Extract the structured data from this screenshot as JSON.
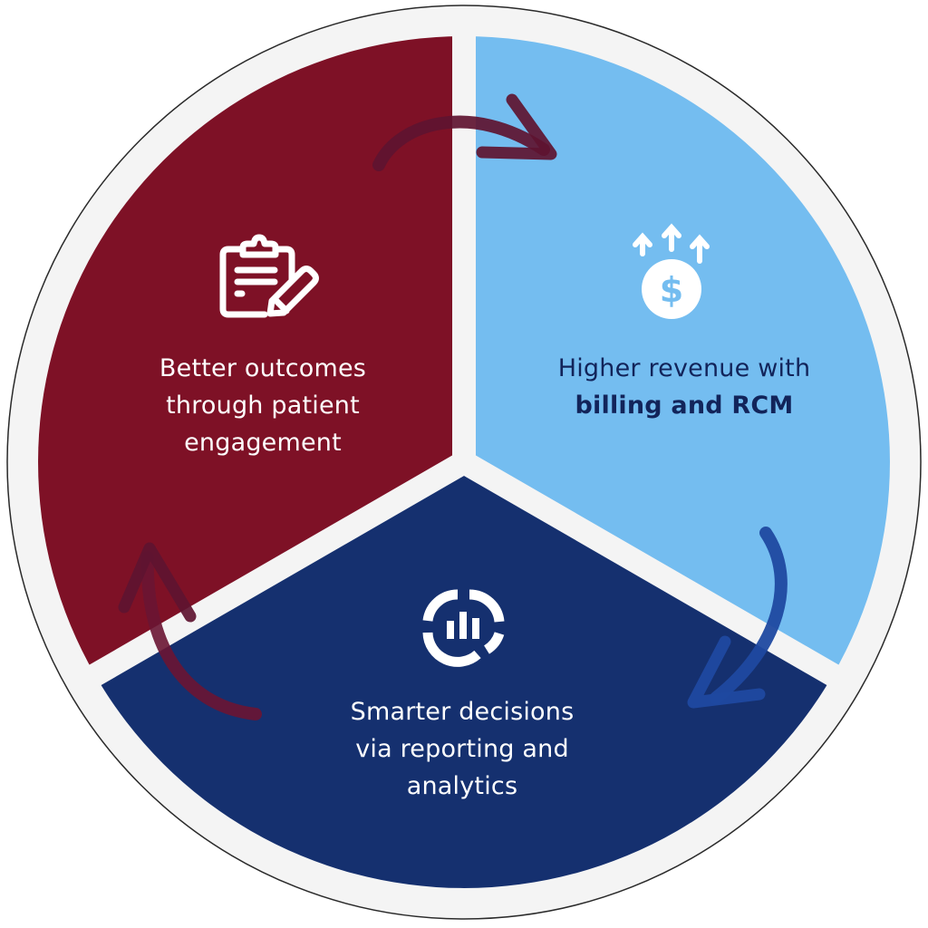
{
  "diagram": {
    "title": "",
    "colors": {
      "background": "#ffffff",
      "ring": "#f4f4f4",
      "ring_outline": "#2a2a2a",
      "gap": "#f4f4f4",
      "segment_red": "#7e1126",
      "segment_light_blue": "#74bdf0",
      "segment_navy": "#15306f",
      "arrow_red": "#5e1430",
      "arrow_blue": "#1f49a0",
      "icon": "#ffffff",
      "text_dark": "#12245a",
      "text_light": "#ffffff"
    },
    "segments": [
      {
        "id": "patient-engagement",
        "icon": "clipboard-pencil-icon",
        "lines": [
          "Better outcomes",
          "through patient",
          "engagement"
        ]
      },
      {
        "id": "billing-rcm",
        "icon": "dollar-coin-arrows-up-icon",
        "lines": [
          "Higher revenue with",
          "billing and RCM"
        ]
      },
      {
        "id": "reporting-analytics",
        "icon": "analytics-donut-chart-icon",
        "lines": [
          "Smarter decisions",
          "via reporting and",
          "analytics"
        ]
      }
    ],
    "arrows": [
      {
        "from": "patient-engagement",
        "to": "billing-rcm",
        "direction": "clockwise"
      },
      {
        "from": "billing-rcm",
        "to": "reporting-analytics",
        "direction": "clockwise"
      },
      {
        "from": "reporting-analytics",
        "to": "patient-engagement",
        "direction": "clockwise"
      }
    ]
  }
}
